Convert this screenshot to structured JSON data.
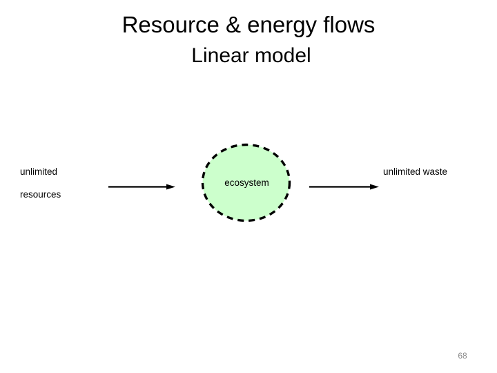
{
  "slide": {
    "title": "Resource & energy flows",
    "subtitle": "Linear model",
    "page_number": "68",
    "background_color": "#FFFFFF"
  },
  "diagram": {
    "type": "flow",
    "input_label_line1": "unlimited",
    "input_label_line2": "resources",
    "node_label": "ecosystem",
    "output_label": "unlimited waste",
    "node_fill_color": "#CCFFCC",
    "node_border_color": "#000000",
    "node_border_style": "dashed",
    "arrow_color": "#000000",
    "arrow_in_name": "resource-input-arrow",
    "arrow_out_name": "waste-output-arrow"
  }
}
